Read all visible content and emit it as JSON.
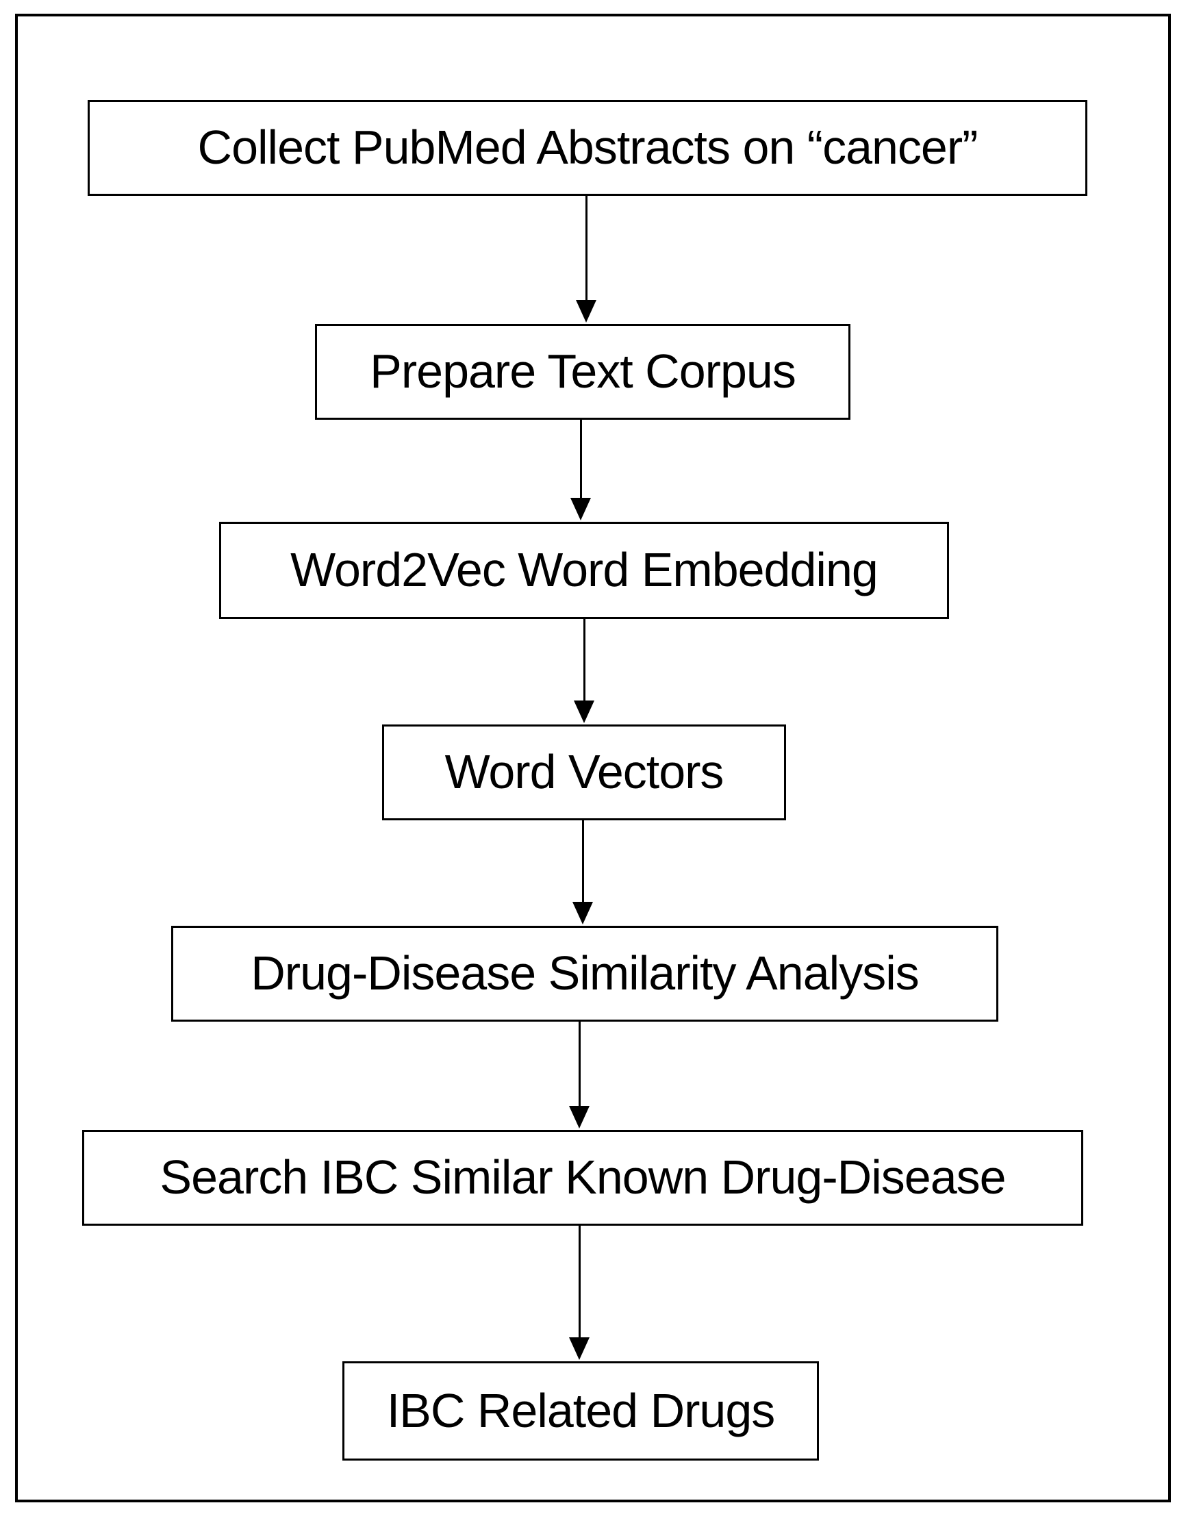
{
  "diagram": {
    "type": "flowchart",
    "direction": "top-down",
    "colors": {
      "background": "#ffffff",
      "box_fill": "#ffffff",
      "box_border": "#000000",
      "text": "#000000",
      "arrow": "#000000"
    },
    "nodes": [
      {
        "id": "collect-pubmed-abstracts",
        "label": "Collect PubMed Abstracts on “cancer”"
      },
      {
        "id": "prepare-text-corpus",
        "label": "Prepare Text Corpus"
      },
      {
        "id": "word2vec-word-embedding",
        "label": "Word2Vec Word Embedding"
      },
      {
        "id": "word-vectors",
        "label": "Word Vectors"
      },
      {
        "id": "drug-disease-similarity-analysis",
        "label": "Drug-Disease Similarity Analysis"
      },
      {
        "id": "search-ibc-similar-known-drug-disease",
        "label": "Search IBC Similar Known Drug-Disease"
      },
      {
        "id": "ibc-related-drugs",
        "label": "IBC Related Drugs"
      }
    ],
    "edges": [
      {
        "from": "collect-pubmed-abstracts",
        "to": "prepare-text-corpus"
      },
      {
        "from": "prepare-text-corpus",
        "to": "word2vec-word-embedding"
      },
      {
        "from": "word2vec-word-embedding",
        "to": "word-vectors"
      },
      {
        "from": "word-vectors",
        "to": "drug-disease-similarity-analysis"
      },
      {
        "from": "drug-disease-similarity-analysis",
        "to": "search-ibc-similar-known-drug-disease"
      },
      {
        "from": "search-ibc-similar-known-drug-disease",
        "to": "ibc-related-drugs"
      }
    ]
  }
}
